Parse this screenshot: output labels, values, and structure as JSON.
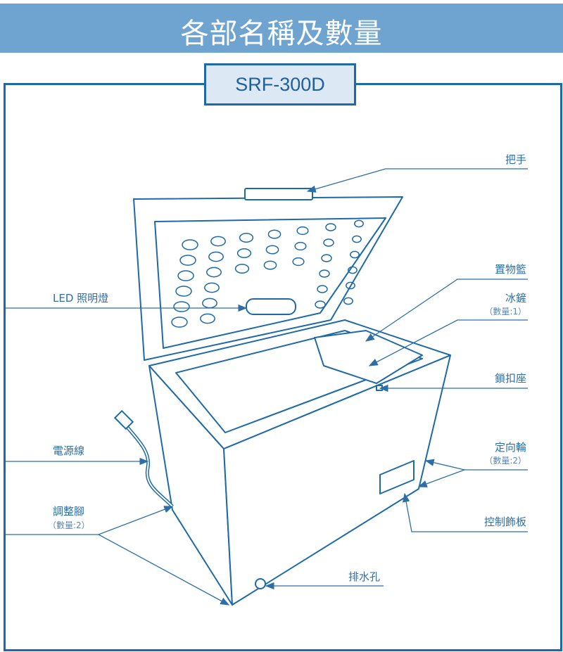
{
  "header": {
    "title": "各部名稱及數量"
  },
  "model": "SRF-300D",
  "labels": {
    "handle": "把手",
    "basket": "置物籃",
    "ice_scoop": "冰鏟",
    "ice_scoop_qty": "（數量:1）",
    "lock_seat": "鎖扣座",
    "caster": "定向輪",
    "caster_qty": "（數量:2）",
    "control_panel": "控制飾板",
    "drain": "排水孔",
    "led": "LED 照明燈",
    "power_cord": "電源線",
    "leveling_foot": "調整腳",
    "leveling_foot_qty": "（數量:2）"
  },
  "colors": {
    "accent": "#1f6aa6",
    "header": "#6fa4d0"
  }
}
